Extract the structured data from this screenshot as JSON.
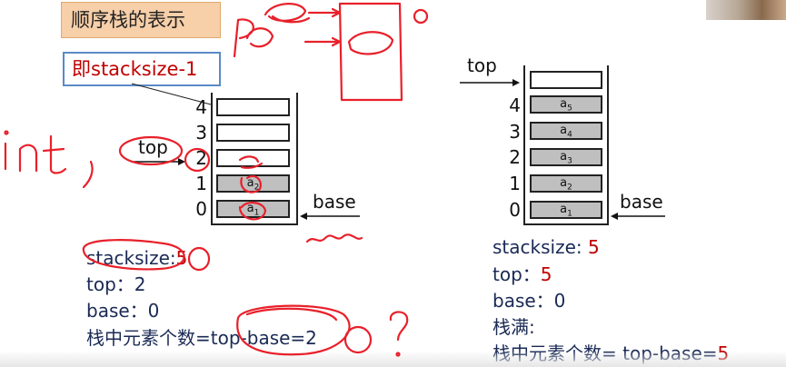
{
  "title": "顺序栈的表示",
  "callout": "即stacksize-1",
  "left_stack": {
    "indices": [
      "4",
      "3",
      "2",
      "1",
      "0"
    ],
    "cells": [
      {
        "base": "",
        "sub": "",
        "filled": false
      },
      {
        "base": "",
        "sub": "",
        "filled": false
      },
      {
        "base": "",
        "sub": "",
        "filled": false
      },
      {
        "base": "a",
        "sub": "2",
        "filled": true
      },
      {
        "base": "a",
        "sub": "1",
        "filled": true
      }
    ],
    "top_label": "top",
    "base_label": "base"
  },
  "right_stack": {
    "indices": [
      "4",
      "3",
      "2",
      "1",
      "0"
    ],
    "cells": [
      {
        "base": "a",
        "sub": "5",
        "filled": true
      },
      {
        "base": "a",
        "sub": "4",
        "filled": true
      },
      {
        "base": "a",
        "sub": "3",
        "filled": true
      },
      {
        "base": "a",
        "sub": "2",
        "filled": true
      },
      {
        "base": "a",
        "sub": "1",
        "filled": true
      }
    ],
    "top_cell": {
      "base": "",
      "sub": "",
      "filled": false
    },
    "top_label": "top",
    "base_label": "base"
  },
  "left_info": {
    "stacksize_label": "stacksize:",
    "stacksize_value": "5",
    "top_text": "top：2",
    "base_text": "base：0",
    "count_text": "栈中元素个数=top-base=2"
  },
  "right_info": {
    "stacksize_label": "stacksize:",
    "stacksize_value": "5",
    "top_label": "top：",
    "top_value": "5",
    "base_text": "base：0",
    "full_text": "栈满:",
    "count_label": "栈中元素个数= top-base=",
    "count_value": "5"
  },
  "colors": {
    "ink": "#e8202a",
    "title_bg": "#f7cfa8",
    "callout_border": "#5a8ac6",
    "highlight": "#c00000"
  }
}
